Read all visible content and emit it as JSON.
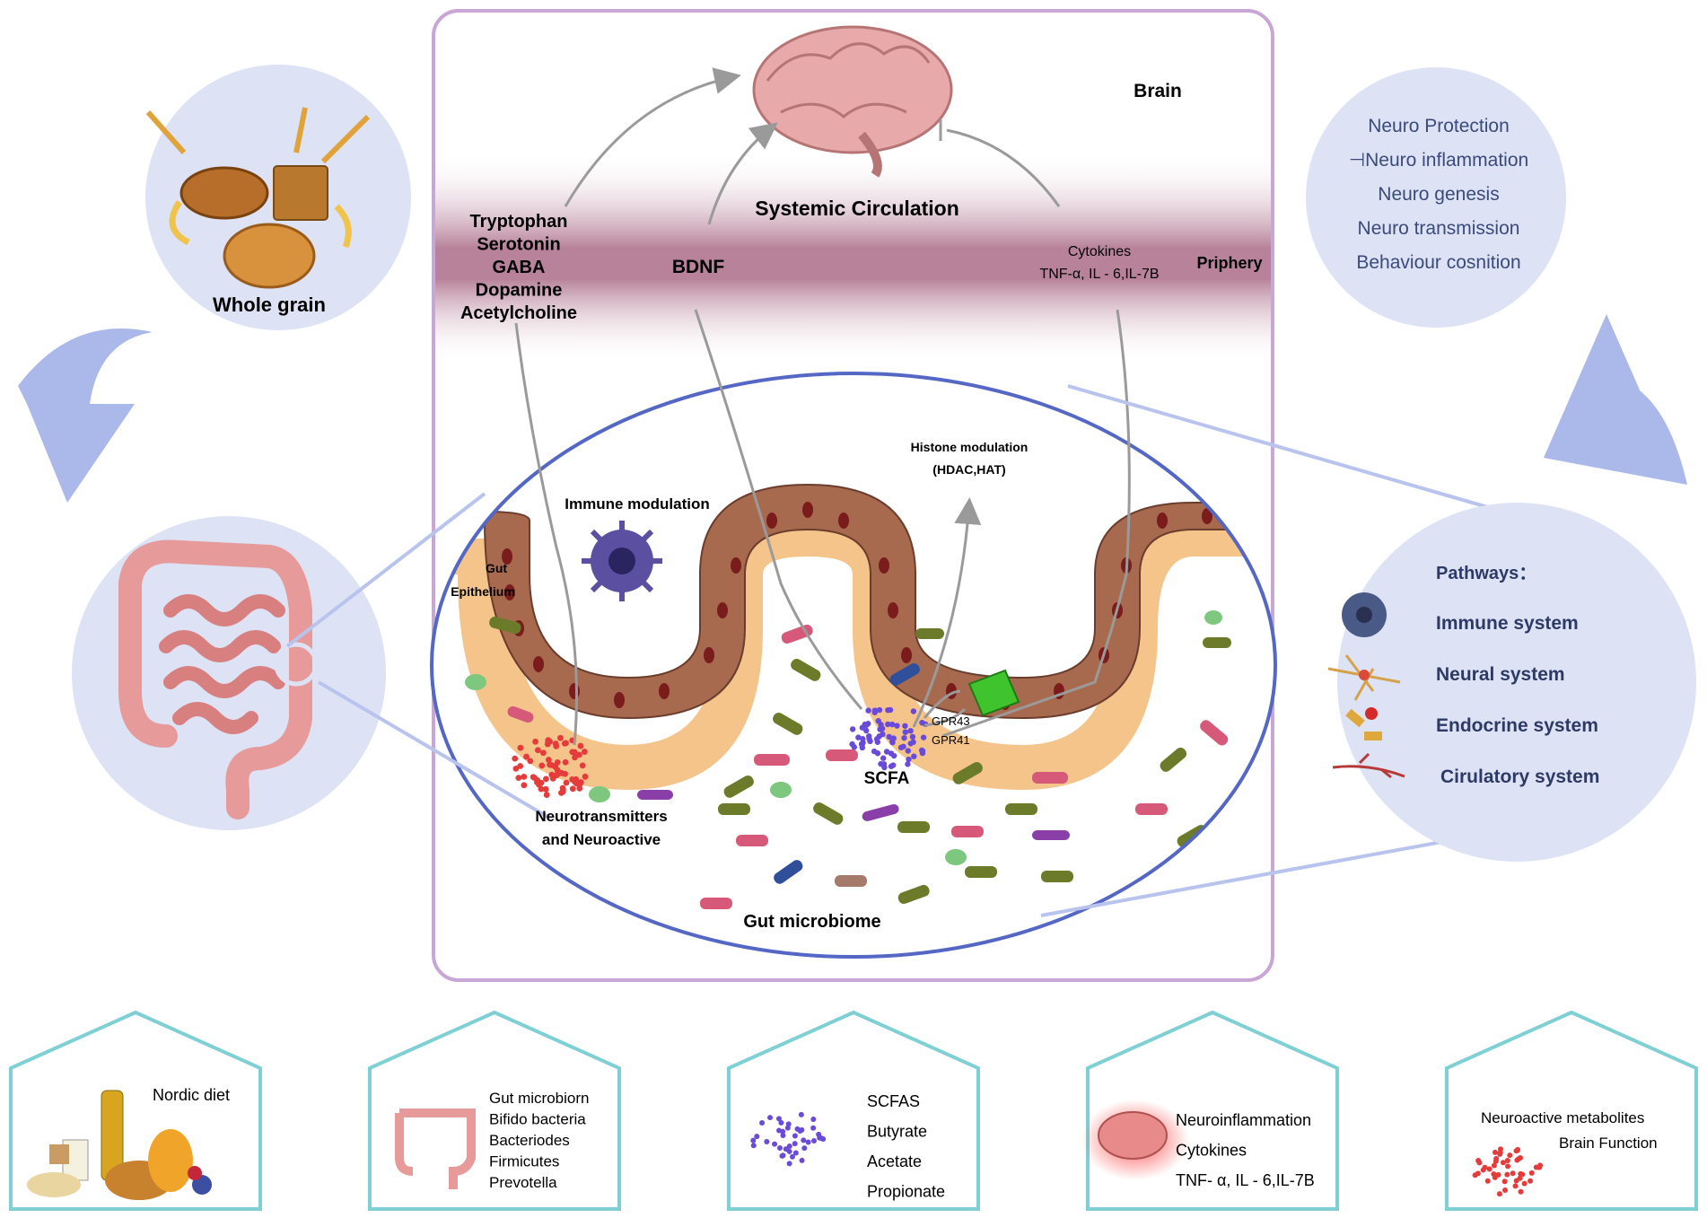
{
  "brain_label": "Brain",
  "systemic_label": "Systemic Circulation",
  "periphery_label": "Priphery",
  "left_molecules": [
    "Tryptophan",
    "Serotonin",
    "GABA",
    "Dopamine",
    "Acetylcholine"
  ],
  "bdnf_label": "BDNF",
  "cytokines": [
    "Cytokines",
    "TNF-α, IL - 6,IL-7B"
  ],
  "histone": [
    "Histone modulation",
    "(HDAC,HAT)"
  ],
  "immune_label": "Immune modulation",
  "gut_epithelium": [
    "Gut",
    "Epithelium"
  ],
  "gpr": [
    "GPR43",
    "GPR41"
  ],
  "scfa_label": "SCFA",
  "neurotransmitters": [
    "Neurotransmitters",
    "and Neuroactive"
  ],
  "gut_microbiome_label": "Gut microbiome",
  "whole_grain_label": "Whole grain",
  "outcomes": [
    "Neuro Protection",
    "⊣Neuro inflammation",
    "Neuro genesis",
    "Neuro transmission",
    "Behaviour cosnition"
  ],
  "pathways_title": "Pathways：",
  "pathways": [
    "Immune system",
    "Neural system",
    "Endocrine system",
    "Cirulatory system"
  ],
  "bottom_boxes": [
    {
      "lines": [
        "Nordic diet"
      ]
    },
    {
      "lines": [
        "Gut microbiorn",
        "Bifido bacteria",
        "Bacteriodes",
        "Firmicutes",
        "Prevotella"
      ]
    },
    {
      "lines": [
        "SCFAS",
        "Butyrate",
        "Acetate",
        "Propionate"
      ]
    },
    {
      "lines": [
        "Neuroinflammation",
        "Cytokines",
        "TNF- α, IL - 6,IL-7B"
      ]
    },
    {
      "lines": [
        "Neuroactive metabolites",
        "Brain Function"
      ]
    }
  ],
  "colors": {
    "frame": "#c9a6d6",
    "oval": "#5567c4",
    "circle_fill": "#dde3f5",
    "band": "#a05a78",
    "epithelium": "#a86a4e",
    "mucosa": "#f4c48a",
    "house": "#7fd0d4"
  }
}
